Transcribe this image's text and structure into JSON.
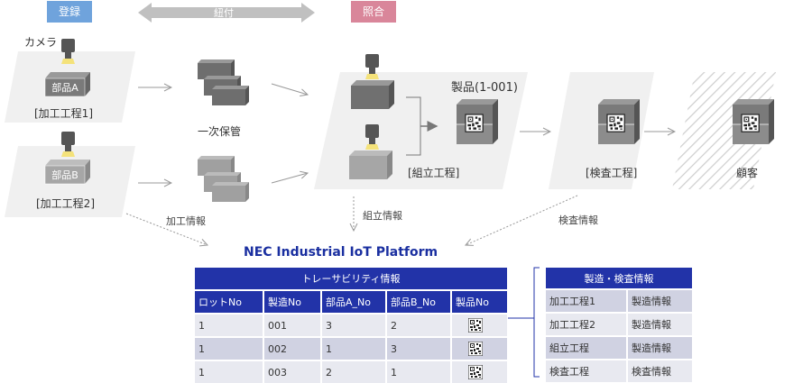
{
  "phases": {
    "register": {
      "label": "登録",
      "color": "#6fa3dc"
    },
    "link": {
      "label": "紐付",
      "color": "#c0c0c0"
    },
    "verify": {
      "label": "照合",
      "color": "#d9869a"
    }
  },
  "camera_label": "カメラ",
  "process1": {
    "part": "部品A",
    "label": "[加工工程1]"
  },
  "process2": {
    "part": "部品B",
    "label": "[加工工程2]"
  },
  "storage_label": "一次保管",
  "assembly": {
    "product": "製品(1-001)",
    "label": "[組立工程]"
  },
  "inspection_label": "[検査工程]",
  "customer_label": "顧客",
  "flows": {
    "processing_info": "加工情報",
    "assembly_info": "組立情報",
    "inspection_info": "検査情報"
  },
  "platform_title": "NEC Industrial IoT Platform",
  "traceability": {
    "caption": "トレーサビリティ情報",
    "columns": [
      "ロットNo",
      "製造No",
      "部品A_No",
      "部品B_No",
      "製品No"
    ],
    "rows": [
      {
        "lot": "1",
        "mfg": "001",
        "a": "3",
        "b": "2",
        "product": "qr-code"
      },
      {
        "lot": "1",
        "mfg": "002",
        "a": "1",
        "b": "3",
        "product": "qr-code"
      },
      {
        "lot": "1",
        "mfg": "003",
        "a": "2",
        "b": "1",
        "product": "qr-code"
      }
    ]
  },
  "manufacturing": {
    "caption": "製造・検査情報",
    "rows": [
      {
        "process": "加工工程1",
        "info": "製造情報"
      },
      {
        "process": "加工工程2",
        "info": "製造情報"
      },
      {
        "process": "組立工程",
        "info": "製造情報"
      },
      {
        "process": "検査工程",
        "info": "検査情報"
      }
    ]
  }
}
